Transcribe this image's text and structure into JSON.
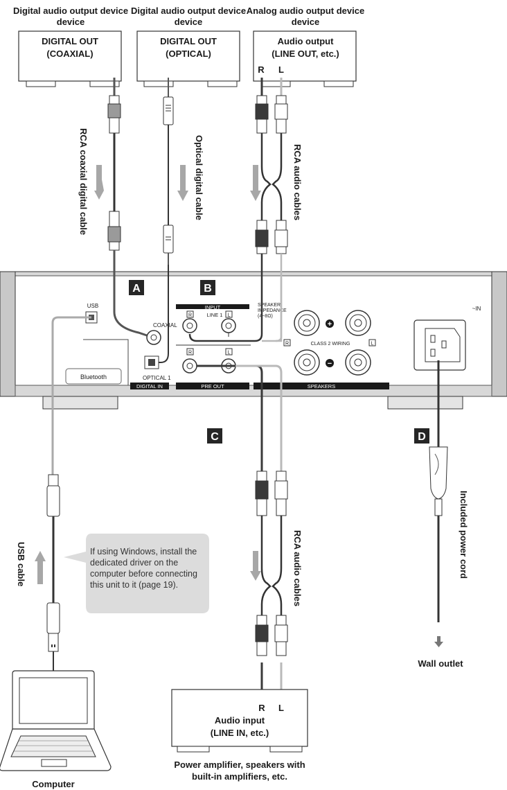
{
  "devices": {
    "coaxial_source": {
      "heading": "Digital audio output device",
      "line1": "DIGITAL OUT",
      "line2": "(COAXIAL)"
    },
    "optical_source": {
      "heading": "Digital audio output device",
      "line1": "DIGITAL OUT",
      "line2": "(OPTICAL)"
    },
    "analog_source": {
      "heading": "Analog audio output device",
      "line1": "Audio output",
      "line2": "(LINE OUT, etc.)",
      "r": "R",
      "l": "L"
    },
    "amplifier": {
      "line1": "Audio input",
      "line2": "(LINE IN, etc.)",
      "r": "R",
      "l": "L",
      "caption1": "Power amplifier, speakers with",
      "caption2": "built-in amplifiers, etc."
    },
    "computer": {
      "caption": "Computer"
    }
  },
  "cables": {
    "coaxial": "RCA coaxial digital cable",
    "optical": "Optical digital cable",
    "rca_input": "RCA audio cables",
    "rca_output": "RCA audio cables",
    "usb": "USB cable",
    "power": "Included power cord",
    "wall_outlet": "Wall outlet"
  },
  "markers": {
    "a": "A",
    "b": "B",
    "c": "C",
    "d": "D"
  },
  "panel": {
    "usb": "USB",
    "coaxial": "COAXIAL",
    "optical": "OPTICAL 1",
    "digital_in": "DIGITAL IN",
    "input": "INPUT",
    "line1": "LINE 1",
    "pre_out": "PRE OUT",
    "speakers": "SPEAKERS",
    "class2": "CLASS 2 WIRING",
    "speaker_imp1": "SPEAKER",
    "speaker_imp2": "IMPEDANCE",
    "speaker_imp3": "(4~8Ω)",
    "ac_in": "~IN",
    "bluetooth": "Bluetooth",
    "r": "R",
    "l": "L",
    "plus": "+",
    "minus": "−"
  },
  "note": "If using Windows, install the dedicated driver on the computer before connecting this unit to it (page 19).",
  "colors": {
    "cable_r": "#3a3a3a",
    "cable_l": "#b9b9b9",
    "marker": "#262626",
    "arrow": "#a7a7a7"
  }
}
